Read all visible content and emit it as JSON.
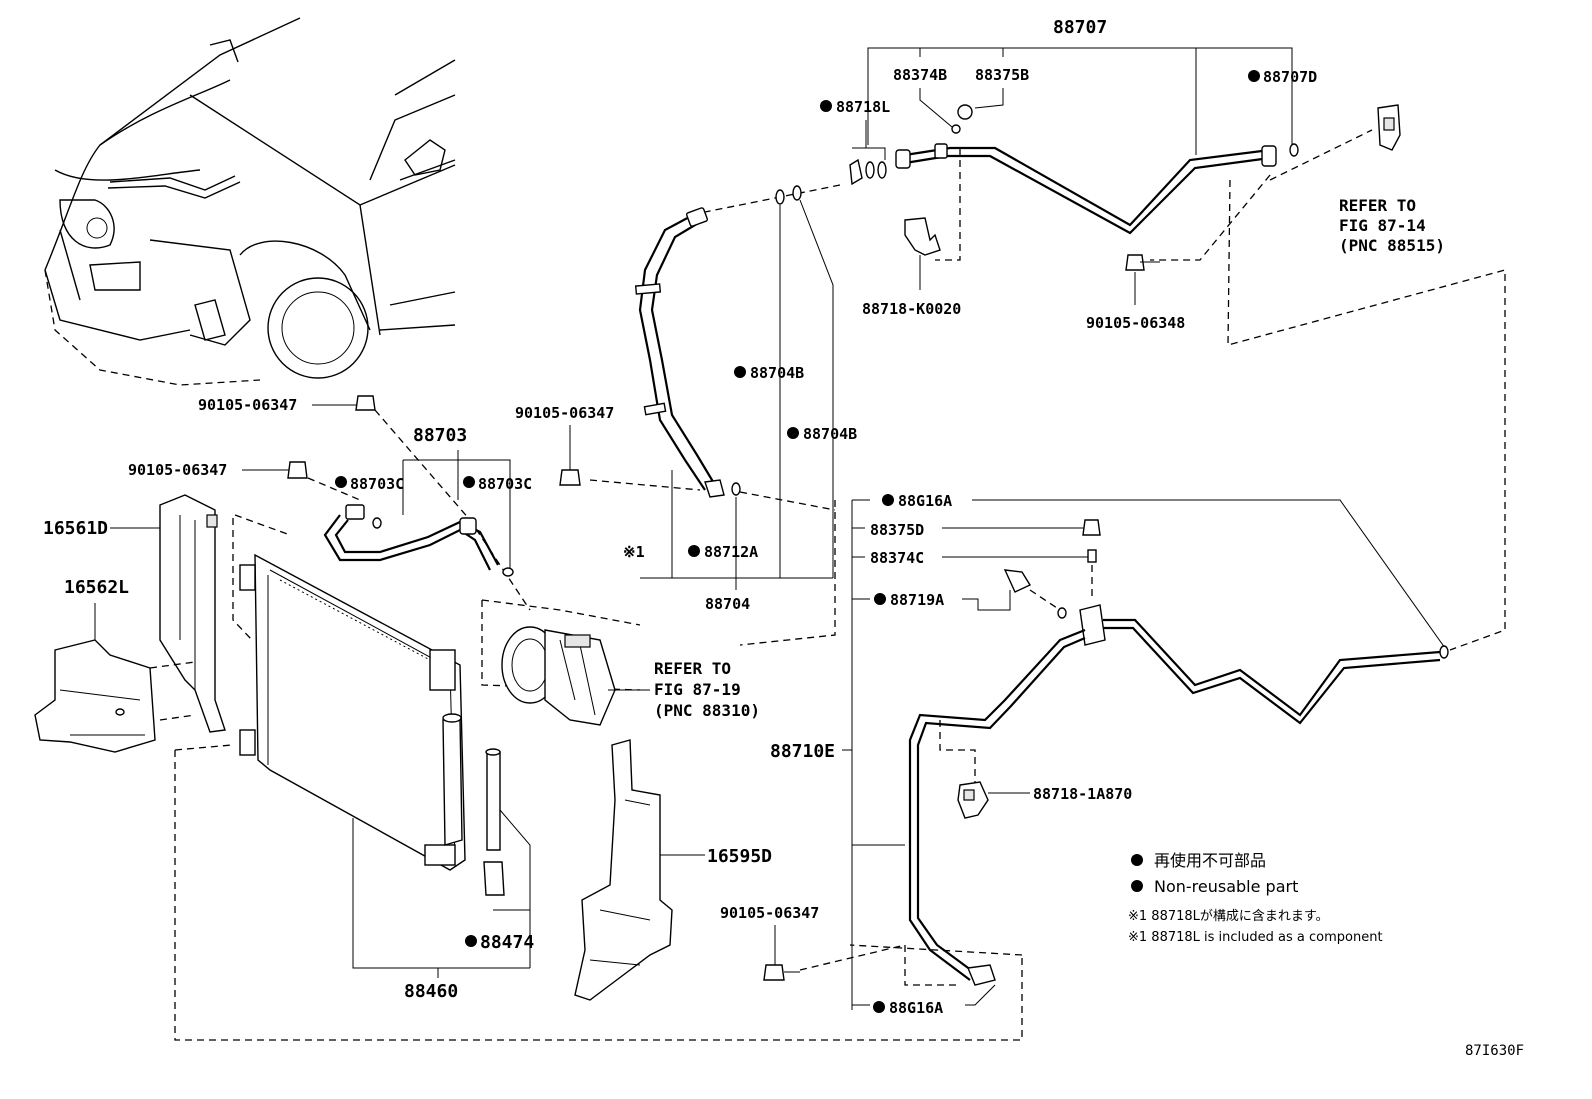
{
  "labels": {
    "p88707": "88707",
    "p88374B": "88374B",
    "p88375B": "88375B",
    "p88707D": "88707D",
    "p88718L": "88718L",
    "p88718K": "88718-K0020",
    "p90105_06348": "90105-06348",
    "p88704B_1": "88704B",
    "p88704B_2": "88704B",
    "p90105_a": "90105-06347",
    "p90105_b": "90105-06347",
    "p90105_c": "90105-06347",
    "p90105_d": "90105-06347",
    "p88703": "88703",
    "p88703C_1": "88703C",
    "p88703C_2": "88703C",
    "p16561D": "16561D",
    "p16562L": "16562L",
    "p88712A": "88712A",
    "note_mark": "※1",
    "p88704": "88704",
    "p88G16A_top": "88G16A",
    "p88375D": "88375D",
    "p88374C": "88374C",
    "p88719A": "88719A",
    "p88710E": "88710E",
    "p88718_1A870": "88718-1A870",
    "p16595D": "16595D",
    "p88474": "88474",
    "p88460": "88460",
    "p88G16A_bottom": "88G16A"
  },
  "references": {
    "ref1_line1": "REFER TO",
    "ref1_line2": "FIG 87-14",
    "ref1_line3": "(PNC 88515)",
    "ref2_line1": "REFER TO",
    "ref2_line2": "FIG 87-19",
    "ref2_line3": "(PNC 88310)"
  },
  "legend": {
    "jp": "再使用不可部品",
    "en": "Non-reusable part",
    "note_jp": "※1 88718Lが構成に含まれます。",
    "note_en": "※1 88718L  is included as a component"
  },
  "figure_code": "87I630F"
}
